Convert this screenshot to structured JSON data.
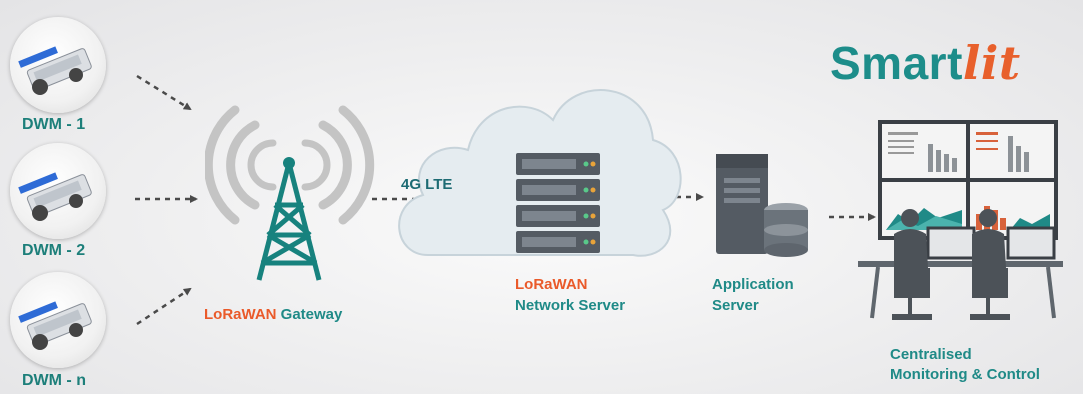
{
  "brand": {
    "logo_main": "Smart",
    "logo_accent": "lit",
    "teal": "#1f8a87",
    "orange": "#ea5a2a"
  },
  "devices": [
    {
      "label": "DWM - 1"
    },
    {
      "label": "DWM - 2"
    },
    {
      "label": "DWM - n"
    }
  ],
  "gateway": {
    "label_accent": "LoRaWAN",
    "label_main": "Gateway"
  },
  "link": {
    "label": "4G LTE"
  },
  "network_server": {
    "line1": "LoRaWAN",
    "line2": "Network Server"
  },
  "app_server": {
    "line1": "Application",
    "line2": "Server"
  },
  "control": {
    "line1": "Centralised",
    "line2": "Monitoring & Control"
  }
}
